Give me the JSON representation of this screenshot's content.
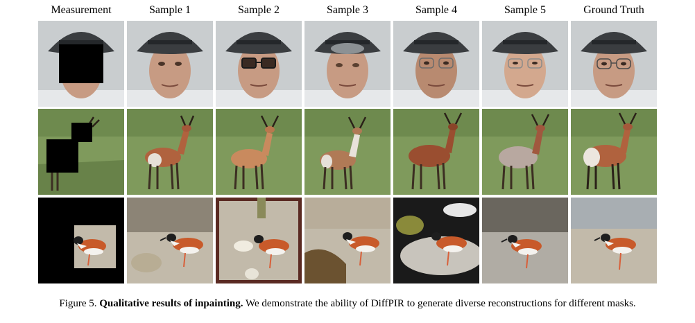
{
  "figure": {
    "columns": [
      "Measurement",
      "Sample 1",
      "Sample 2",
      "Sample 3",
      "Sample 4",
      "Sample 5",
      "Ground Truth"
    ],
    "rows": [
      "face",
      "antelope",
      "bird"
    ],
    "caption": {
      "label": "Figure 5.",
      "title": "Qualitative results of inpainting.",
      "text": "We demonstrate the ability of DiffPIR to generate diverse reconstructions for different masks."
    }
  },
  "colors": {
    "mask": "#000000",
    "face_bg": "#c9cdcf",
    "skin": "#c79b83",
    "hat": "#3a3d40",
    "shirt": "#e6e8ea",
    "grass": "#7f9a5c",
    "grass_dark": "#58733c",
    "antelope": "#b0623e",
    "sand": "#c2baaa",
    "bird_orange": "#c85a2a"
  }
}
